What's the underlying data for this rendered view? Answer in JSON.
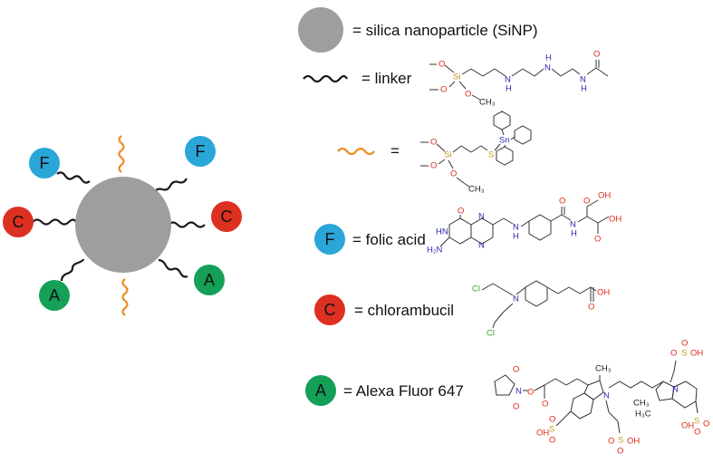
{
  "colors": {
    "nanoparticle": "#9e9e9e",
    "linker": "#1a1a1a",
    "tin_linker": "#ee8c1e",
    "folic": "#2aa6d8",
    "chlorambucil": "#dd3020",
    "alexa": "#14a057",
    "oxygen": "#dd2a1c",
    "nitrogen": "#2c2ab0",
    "silicon": "#c08a1c",
    "chlorine": "#2ea82e",
    "tin": "#2c2ab0",
    "sulfur": "#c0a020"
  },
  "legend": {
    "sinp": "= silica nanoparticle (SiNP)",
    "linker": "= linker",
    "tin_linker": "=",
    "folic": "= folic acid",
    "chlorambucil": "= chlorambucil",
    "alexa": "= Alexa Fluor 647"
  },
  "letters": {
    "folic": "F",
    "chlorambucil": "C",
    "alexa": "A"
  },
  "atoms": {
    "O": "O",
    "N": "N",
    "H": "H",
    "Si": "Si",
    "Sn": "Sn",
    "S": "S",
    "Cl": "Cl",
    "OH": "OH",
    "NH": "NH",
    "HN": "HN",
    "H2N": "H₂N",
    "CH3": "CH₃",
    "SO3H_a": "SO",
    "CH3_methyl": "CH₃",
    "H3C": "H₃C"
  }
}
